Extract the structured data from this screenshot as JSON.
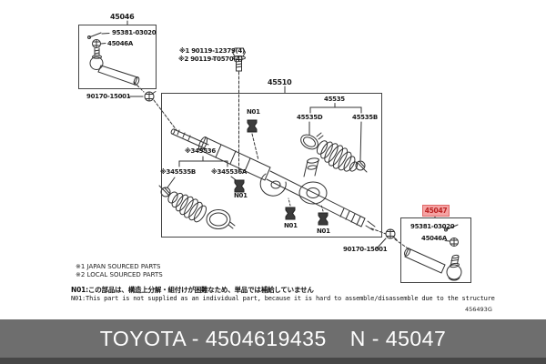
{
  "diagram": {
    "left_box": {
      "title": "45046",
      "cotter_pin": "95381-03020",
      "castle_nut": "45046A",
      "lock_nut": "90170-15001"
    },
    "bolt_notes": {
      "note1": "※1 90119-12379(4)",
      "note2": "※2 90119-T0570(4)"
    },
    "gear": {
      "assembly": "45510",
      "boot": "45535",
      "clamp": "45535D",
      "clip": "45535B"
    },
    "boot_group": {
      "set": "※345536",
      "clip": "※345535B",
      "clamp": "※345536A"
    },
    "n01_label": "N01",
    "right_side": {
      "lock_nut": "90170-15001",
      "highlight": "45047",
      "cotter_pin": "95381-03020",
      "castle_nut": "45046A"
    },
    "legend": {
      "line1": "※1 JAPAN SOURCED PARTS",
      "line2": "※2 LOCAL SOURCED PARTS"
    },
    "notes": {
      "jp": "N01:この部品は、構造上分解・組付けが困難なため、単品では補給していません",
      "en": "N01:This part is not supplied as an individual part, because it is hard to assemble/disassemble due to the structure"
    },
    "doc_number": "456493G"
  },
  "footer": {
    "part_label": "TOYOTA - 4504619435",
    "fig_label": "N - 45047"
  },
  "colors": {
    "line": "#333333",
    "highlight_bg": "#f5a3a3",
    "highlight_border": "#e06a6a",
    "highlight_text": "#bb2222",
    "footer_bg": "#6e6e6e",
    "footer_strip": "#474747"
  }
}
